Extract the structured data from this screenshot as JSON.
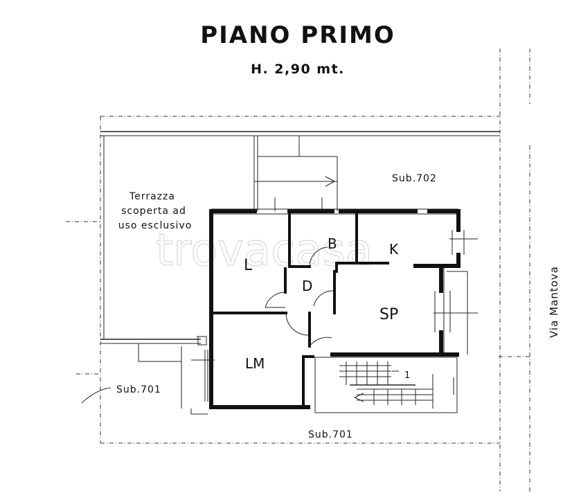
{
  "header": {
    "title": "PIANO PRIMO",
    "height_note": "H. 2,90 mt."
  },
  "labels": {
    "terrace_line1": "Terrazza",
    "terrace_line2": "scoperta ad",
    "terrace_line3": "uso esclusivo",
    "sub702": "Sub.702",
    "sub701_left": "Sub.701",
    "sub701_bottom": "Sub.701",
    "street": "Via Mantova",
    "watermark": "trovacasa"
  },
  "rooms": {
    "L": "L",
    "B": "B",
    "K": "K",
    "D": "D",
    "SP": "SP",
    "LM": "LM"
  },
  "stair_mark": "1"
}
